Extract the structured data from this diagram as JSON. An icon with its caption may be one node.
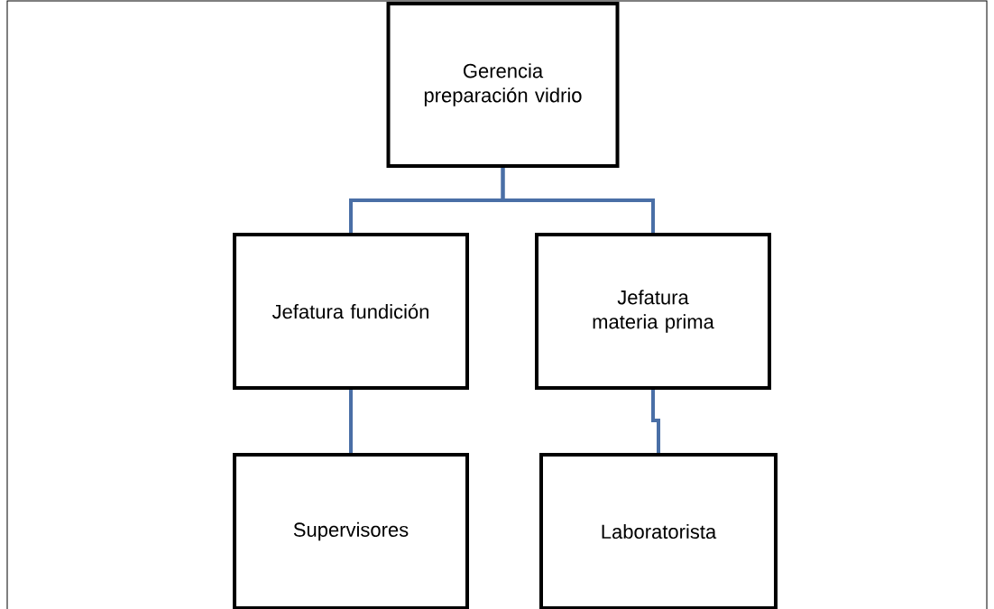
{
  "diagram": {
    "nodes": [
      {
        "text": [
          "Gerencia preparación vidrio"
        ]
      },
      {
        "text": [
          "Jefatura fundición"
        ]
      },
      {
        "text": [
          "Jefatura materia prima"
        ]
      },
      {
        "text": [
          "Supervisores"
        ]
      },
      {
        "text": [
          "Laboratorista"
        ]
      }
    ],
    "edges": [
      {
        "from": 0,
        "to": 1,
        "arrow": "none"
      },
      {
        "from": 0,
        "to": 2,
        "arrow": "none"
      },
      {
        "from": 1,
        "to": 3,
        "arrow": "none"
      },
      {
        "from": 2,
        "to": 4,
        "arrow": "none"
      }
    ]
  }
}
